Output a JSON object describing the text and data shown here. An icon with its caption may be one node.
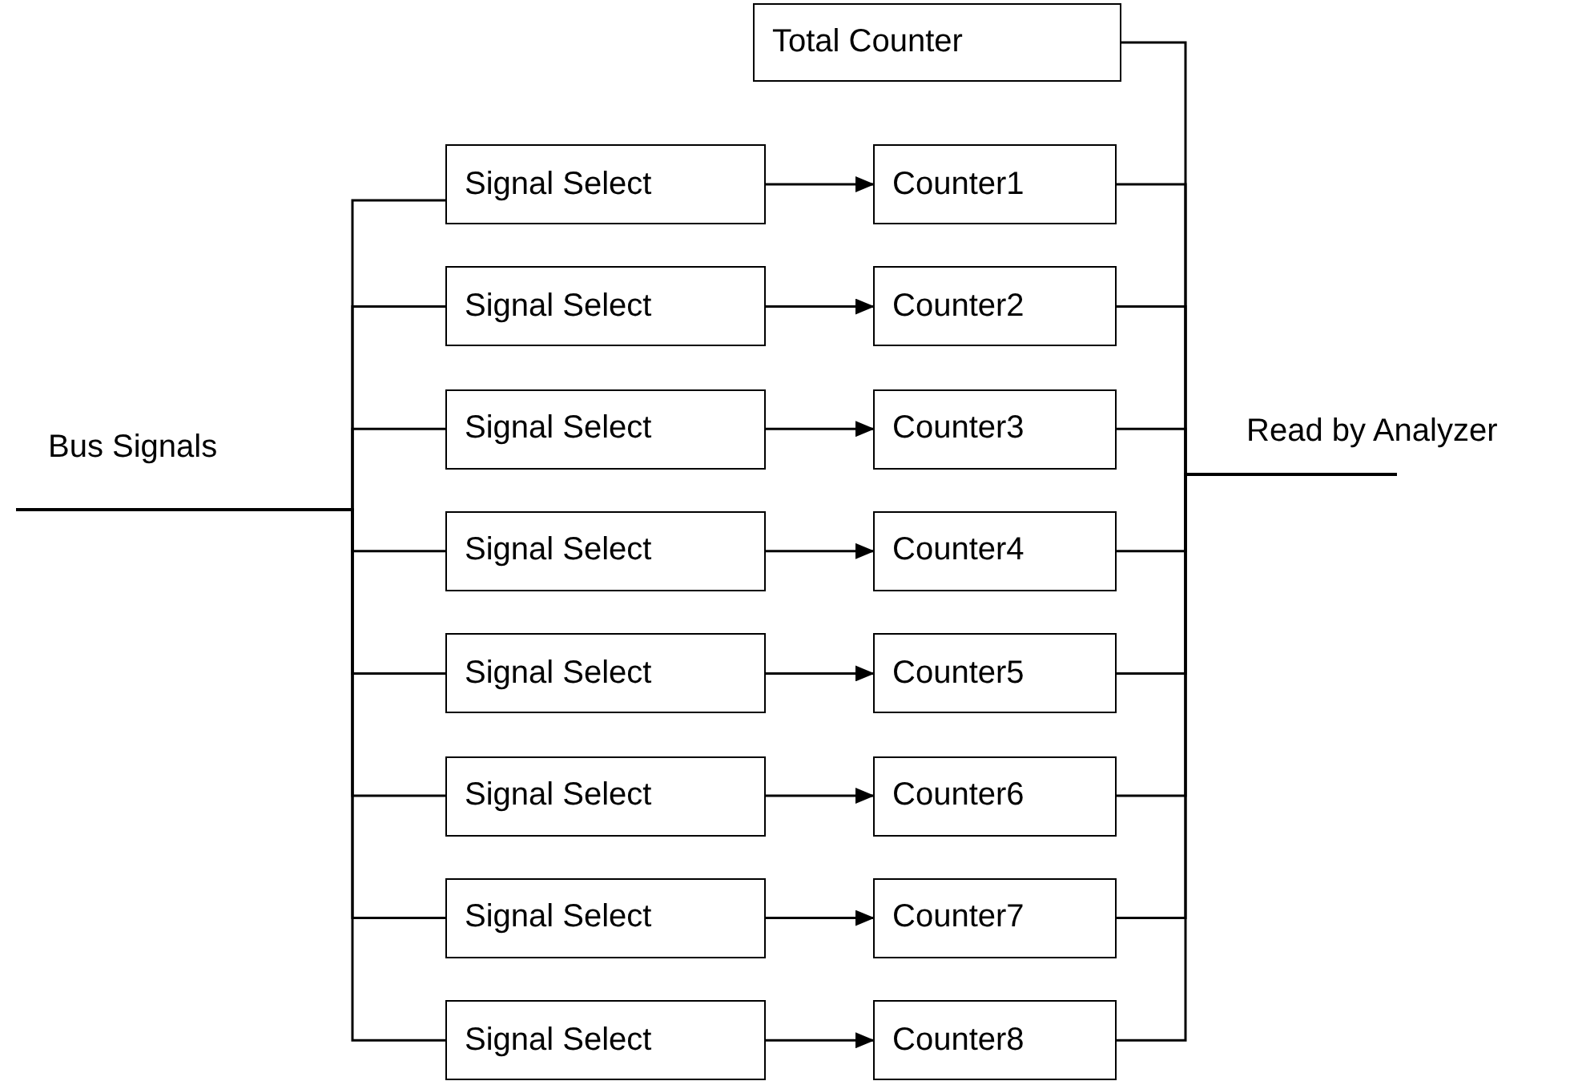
{
  "diagram": {
    "nodes": [
      {
        "text": [
          "Total Counter"
        ]
      },
      {
        "text": [
          "Signal Select"
        ]
      },
      {
        "text": [
          "Counter1"
        ]
      },
      {
        "text": [
          "Signal Select"
        ]
      },
      {
        "text": [
          "Counter2"
        ]
      },
      {
        "text": [
          "Signal Select"
        ]
      },
      {
        "text": [
          "Counter3"
        ]
      },
      {
        "text": [
          "Signal Select"
        ]
      },
      {
        "text": [
          "Counter4"
        ]
      },
      {
        "text": [
          "Signal Select"
        ]
      },
      {
        "text": [
          "Counter5"
        ]
      },
      {
        "text": [
          "Signal Select"
        ]
      },
      {
        "text": [
          "Counter6"
        ]
      },
      {
        "text": [
          "Signal Select"
        ]
      },
      {
        "text": [
          "Counter7"
        ]
      },
      {
        "text": [
          "Signal Select"
        ]
      },
      {
        "text": [
          "Counter8"
        ]
      },
      {
        "text": [
          "Bus Signals"
        ]
      },
      {
        "text": [
          "Read by Analyzer"
        ]
      }
    ],
    "edges": [
      {
        "from": 1,
        "to": 2,
        "arrow": "to"
      },
      {
        "from": 3,
        "to": 4,
        "arrow": "to"
      },
      {
        "from": 5,
        "to": 6,
        "arrow": "to"
      },
      {
        "from": 7,
        "to": 8,
        "arrow": "to"
      },
      {
        "from": 9,
        "to": 10,
        "arrow": "to"
      },
      {
        "from": 11,
        "to": 12,
        "arrow": "to"
      },
      {
        "from": 13,
        "to": 14,
        "arrow": "to"
      },
      {
        "from": 15,
        "to": 16,
        "arrow": "to"
      },
      {
        "from": 17,
        "to": 1,
        "arrow": "none"
      },
      {
        "from": 17,
        "to": 3,
        "arrow": "none"
      },
      {
        "from": 17,
        "to": 5,
        "arrow": "none"
      },
      {
        "from": 17,
        "to": 7,
        "arrow": "none"
      },
      {
        "from": 17,
        "to": 9,
        "arrow": "none"
      },
      {
        "from": 17,
        "to": 11,
        "arrow": "none"
      },
      {
        "from": 17,
        "to": 13,
        "arrow": "none"
      },
      {
        "from": 17,
        "to": 15,
        "arrow": "none"
      },
      {
        "from": 0,
        "to": 18,
        "arrow": "none"
      },
      {
        "from": 2,
        "to": 18,
        "arrow": "none"
      },
      {
        "from": 4,
        "to": 18,
        "arrow": "none"
      },
      {
        "from": 6,
        "to": 18,
        "arrow": "none"
      },
      {
        "from": 8,
        "to": 18,
        "arrow": "none"
      },
      {
        "from": 10,
        "to": 18,
        "arrow": "none"
      },
      {
        "from": 12,
        "to": 18,
        "arrow": "none"
      },
      {
        "from": 14,
        "to": 18,
        "arrow": "none"
      },
      {
        "from": 16,
        "to": 18,
        "arrow": "none"
      }
    ]
  }
}
